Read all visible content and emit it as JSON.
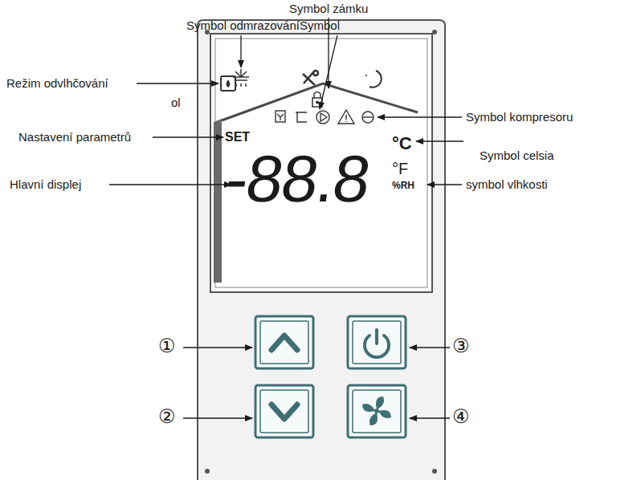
{
  "diagram": {
    "nodes": [
      {
        "text": [
          "SET",
          "-88.8",
          "°C",
          "°F",
          "%RH"
        ]
      }
    ],
    "labels": [
      "Symbol zámku",
      "Symbol odmrazování",
      "Symbol",
      "Režim odvlhčování",
      "ol",
      "Nastavení parametrů",
      "Hlavní displej",
      "Symbol kompresoru",
      "Symbol celsia",
      "symbol vlhkosti",
      "①",
      "②",
      "③",
      "④"
    ]
  }
}
